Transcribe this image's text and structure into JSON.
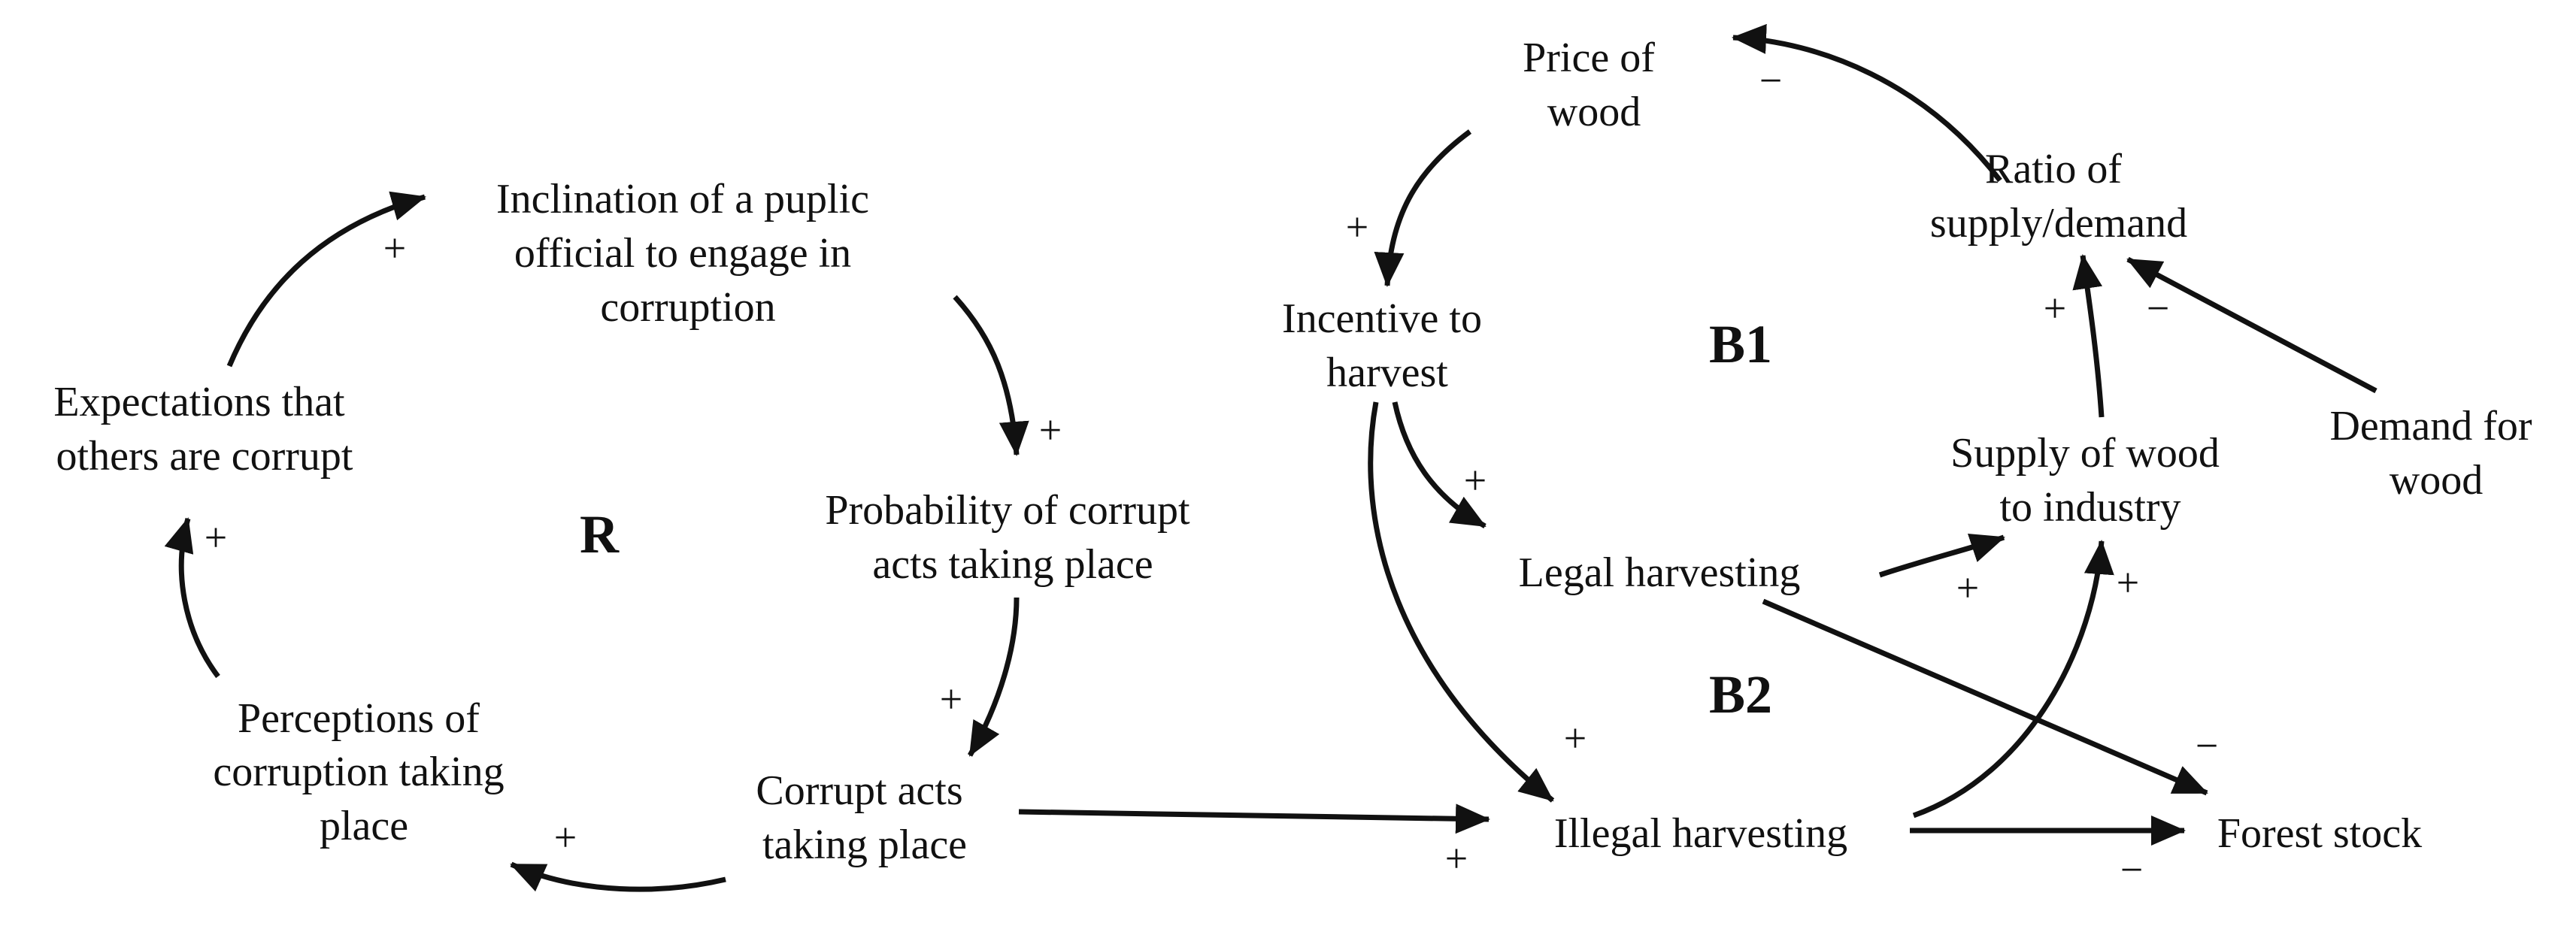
{
  "nodes": {
    "inclination": [
      "Inclination of a puplic",
      "official to engage in",
      "corruption"
    ],
    "expectations": [
      "Expectations that",
      "others are corrupt"
    ],
    "probability": [
      "Probability of corrupt",
      "acts taking place"
    ],
    "perceptions": [
      "Perceptions of",
      "corruption taking",
      "place"
    ],
    "corrupt_acts": [
      "Corrupt acts",
      "taking place"
    ],
    "price": [
      "Price of",
      "wood"
    ],
    "incentive": [
      "Incentive to",
      "harvest"
    ],
    "ratio": [
      "Ratio of",
      "supply/demand"
    ],
    "demand": [
      "Demand for",
      "wood"
    ],
    "supply": [
      "Supply of wood",
      "to industry"
    ],
    "legal": [
      "Legal harvesting"
    ],
    "illegal": [
      "Illegal harvesting"
    ],
    "forest": [
      "Forest stock"
    ]
  },
  "loops": {
    "r": "R",
    "b1": "B1",
    "b2": "B2"
  },
  "polarities": {
    "expectations_to_inclination": "+",
    "inclination_to_probability": "+",
    "probability_to_corrupt_acts": "+",
    "corrupt_acts_to_perceptions": "+",
    "perceptions_to_expectations": "+",
    "corrupt_acts_to_illegal": "+",
    "price_to_incentive": "+",
    "incentive_to_legal": "+",
    "incentive_to_illegal": "+",
    "legal_to_supply": "+",
    "illegal_to_supply": "+",
    "supply_to_ratio": "+",
    "demand_to_ratio": "−",
    "ratio_to_price": "−",
    "legal_to_forest": "−",
    "illegal_to_forest": "−"
  }
}
